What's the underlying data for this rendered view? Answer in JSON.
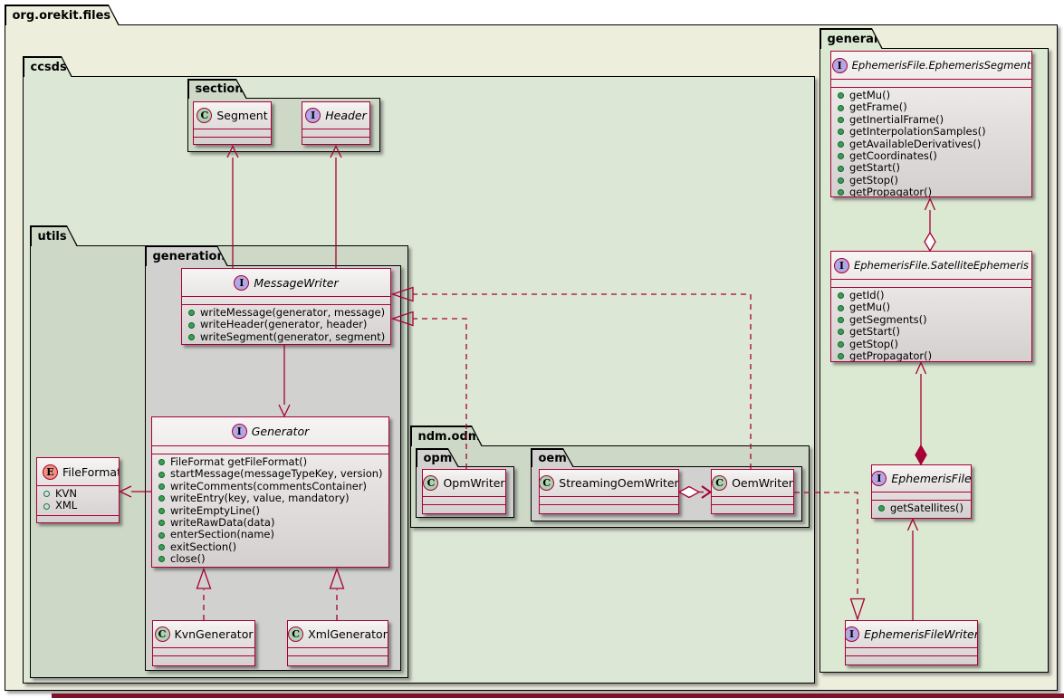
{
  "colors": {
    "edge": "#A80036",
    "package_border": "#000000",
    "root_fill": "#eeeedd",
    "ccsds_fill": "#dde7d5",
    "general_fill": "#dbe8d2",
    "green_pkg_fill": "#cdd9c6",
    "grey_pkg_fill": "#d1d1cf",
    "spot_class": "#ADD1B2",
    "spot_interface": "#B4A7E5",
    "spot_enum": "#EB937F",
    "bottom_bar": "#7d1228"
  },
  "packages": {
    "root": {
      "label": "org.orekit.files"
    },
    "ccsds": {
      "label": "ccsds"
    },
    "section": {
      "label": "section"
    },
    "utils": {
      "label": "utils"
    },
    "generation": {
      "label": "generation"
    },
    "ndm_odm": {
      "label": "ndm.odm"
    },
    "opm": {
      "label": "opm"
    },
    "oem": {
      "label": "oem"
    },
    "general": {
      "label": "general"
    }
  },
  "classes": {
    "segment": {
      "spot": "C",
      "name": "Segment"
    },
    "header": {
      "spot": "I",
      "name": "Header"
    },
    "message_writer": {
      "spot": "I",
      "name": "MessageWriter",
      "methods": [
        "writeMessage(generator, message)",
        "writeHeader(generator, header)",
        "writeSegment(generator, segment)"
      ]
    },
    "generator": {
      "spot": "I",
      "name": "Generator",
      "methods": [
        "FileFormat getFileFormat()",
        "startMessage(messageTypeKey, version)",
        "writeComments(commentsContainer)",
        "writeEntry(key, value, mandatory)",
        "writeEmptyLine()",
        "writeRawData(data)",
        "enterSection(name)",
        "exitSection()",
        "close()"
      ]
    },
    "file_format": {
      "spot": "E",
      "name": "FileFormat",
      "fields": [
        "KVN",
        "XML"
      ]
    },
    "kvn_generator": {
      "spot": "C",
      "name": "KvnGenerator"
    },
    "xml_generator": {
      "spot": "C",
      "name": "XmlGenerator"
    },
    "opm_writer": {
      "spot": "C",
      "name": "OpmWriter"
    },
    "streaming_oem_writer": {
      "spot": "C",
      "name": "StreamingOemWriter"
    },
    "oem_writer": {
      "spot": "C",
      "name": "OemWriter"
    },
    "ephemeris_segment": {
      "spot": "I",
      "name": "EphemerisFile.EphemerisSegment",
      "methods": [
        "getMu()",
        "getFrame()",
        "getInertialFrame()",
        "getInterpolationSamples()",
        "getAvailableDerivatives()",
        "getCoordinates()",
        "getStart()",
        "getStop()",
        "getPropagator()"
      ]
    },
    "satellite_ephemeris": {
      "spot": "I",
      "name": "EphemerisFile.SatelliteEphemeris",
      "methods": [
        "getId()",
        "getMu()",
        "getSegments()",
        "getStart()",
        "getStop()",
        "getPropagator()"
      ]
    },
    "ephemeris_file": {
      "spot": "I",
      "name": "EphemerisFile",
      "methods": [
        "getSatellites()"
      ]
    },
    "ephemeris_file_writer": {
      "spot": "I",
      "name": "EphemerisFileWriter"
    }
  },
  "relationships": [
    {
      "from": "MessageWriter",
      "to": "Segment",
      "type": "association-arrow"
    },
    {
      "from": "MessageWriter",
      "to": "Header",
      "type": "association-arrow"
    },
    {
      "from": "MessageWriter",
      "to": "Generator",
      "type": "association-arrow"
    },
    {
      "from": "Generator",
      "to": "FileFormat",
      "type": "association-arrow"
    },
    {
      "from": "KvnGenerator",
      "to": "Generator",
      "type": "realization"
    },
    {
      "from": "XmlGenerator",
      "to": "Generator",
      "type": "realization"
    },
    {
      "from": "OpmWriter",
      "to": "MessageWriter",
      "type": "realization"
    },
    {
      "from": "OemWriter",
      "to": "MessageWriter",
      "type": "realization"
    },
    {
      "from": "OemWriter",
      "to": "EphemerisFileWriter",
      "type": "realization"
    },
    {
      "from": "StreamingOemWriter",
      "to": "OemWriter",
      "type": "aggregation-arrow"
    },
    {
      "from": "SatelliteEphemeris",
      "to": "EphemerisSegment",
      "type": "aggregation-arrow"
    },
    {
      "from": "EphemerisFile",
      "to": "SatelliteEphemeris",
      "type": "composition-arrow"
    },
    {
      "from": "EphemerisFileWriter",
      "to": "EphemerisFile",
      "type": "association-arrow"
    }
  ]
}
